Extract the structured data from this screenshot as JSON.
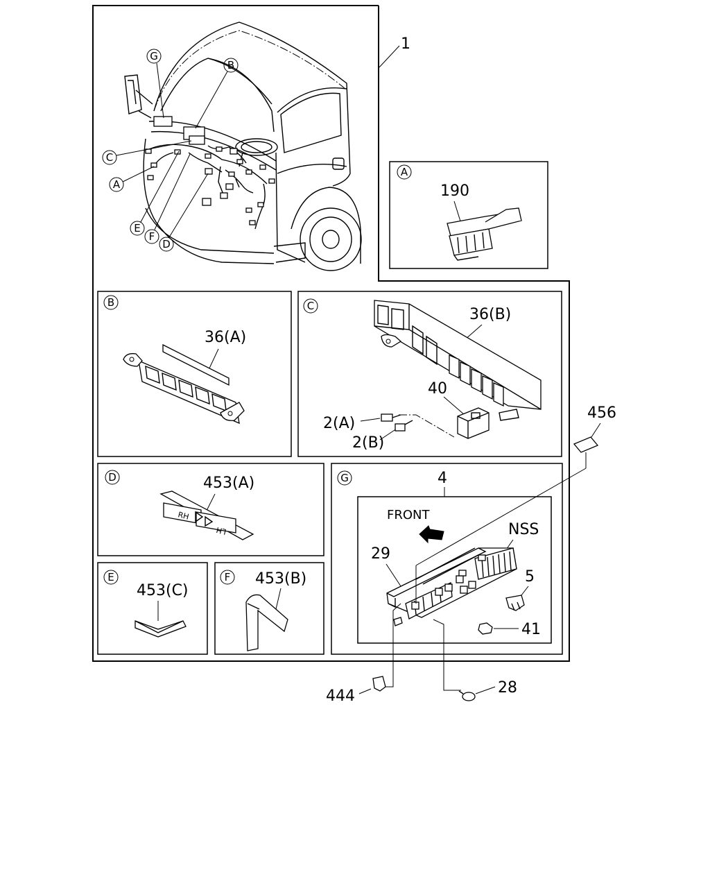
{
  "callouts": {
    "main": "1",
    "a_part": "190",
    "b_part": "36(A)",
    "c_part": "36(B)",
    "c_40": "40",
    "c_2a": "2(A)",
    "c_2b": "2(B)",
    "d_part": "453(A)",
    "e_part": "453(C)",
    "f_part": "453(B)",
    "g_box": "4",
    "g_nss": "NSS",
    "g_29": "29",
    "g_5": "5",
    "g_41": "41",
    "p_456": "456",
    "p_444": "444",
    "p_28": "28"
  },
  "text": {
    "front": "FRONT",
    "rh": "RH",
    "lh": "LH"
  },
  "letters": {
    "a": "A",
    "b": "B",
    "c": "C",
    "d": "D",
    "e": "E",
    "f": "F",
    "g": "G"
  }
}
